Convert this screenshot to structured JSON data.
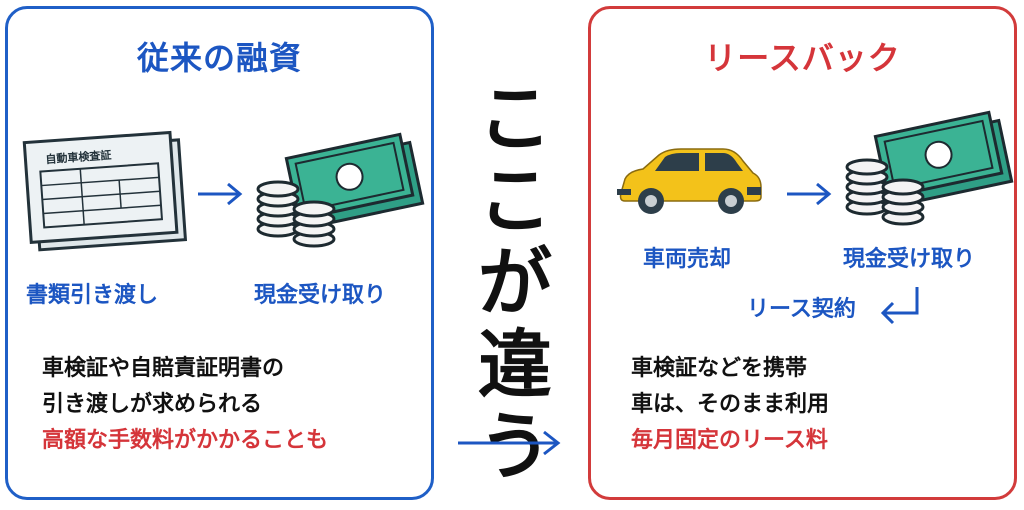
{
  "left_panel": {
    "title": "従来の融資",
    "doc_header": "自動車検査証",
    "step1_label": "書類引き渡し",
    "step2_label": "現金受け取り",
    "description": [
      {
        "text": "車検証や自賠責証明書の",
        "highlight": false
      },
      {
        "text": "引き渡しが求められる",
        "highlight": false
      },
      {
        "text": "高額な手数料がかかることも",
        "highlight": true
      }
    ]
  },
  "center": {
    "chars": [
      "こ",
      "こ",
      "が",
      "違",
      "う"
    ]
  },
  "right_panel": {
    "title": "リースバック",
    "step1_label": "車両売却",
    "step2_label": "現金受け取り",
    "step3_label": "リース契約",
    "description": [
      {
        "text": "車検証などを携帯",
        "highlight": false
      },
      {
        "text": "車は、そのまま利用",
        "highlight": false
      },
      {
        "text": "毎月固定のリース料",
        "highlight": true
      }
    ]
  },
  "colors": {
    "blue": "#1c56c2",
    "red": "#d5353a",
    "money_green": "#2f9f86",
    "car_yellow": "#f3c21a"
  }
}
